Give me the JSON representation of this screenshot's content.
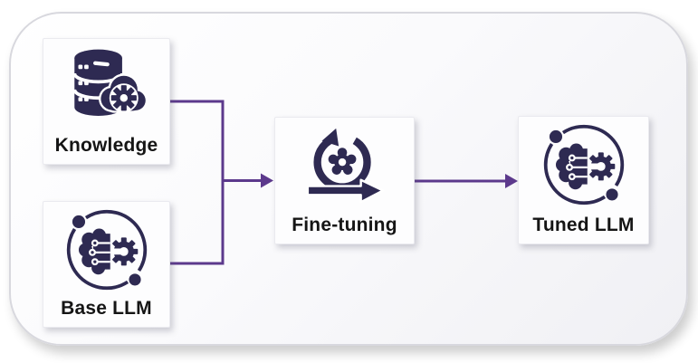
{
  "diagram": {
    "nodes": [
      {
        "id": "knowledge",
        "label": "Knowledge",
        "icon": "database-gear-cloud-icon"
      },
      {
        "id": "base-llm",
        "label": "Base LLM",
        "icon": "brain-circuit-gear-icon"
      },
      {
        "id": "fine-tuning",
        "label": "Fine-tuning",
        "icon": "iteration-gear-arrow-icon"
      },
      {
        "id": "tuned-llm",
        "label": "Tuned LLM",
        "icon": "brain-circuit-gear-icon"
      }
    ],
    "edges": [
      {
        "from": "knowledge",
        "to": "fine-tuning"
      },
      {
        "from": "base-llm",
        "to": "fine-tuning"
      },
      {
        "from": "fine-tuning",
        "to": "tuned-llm"
      }
    ],
    "colors": {
      "icon_dark": "#2e2a52",
      "arrow_purple": "#5c398c",
      "label_text": "#151515"
    }
  }
}
